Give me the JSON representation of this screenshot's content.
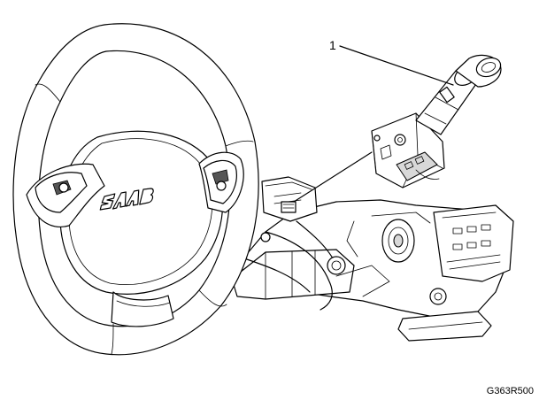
{
  "callout": {
    "number": "1"
  },
  "figure_code": "G363R500",
  "logo_text": "SAAB",
  "icons": [
    "steering-wheel",
    "airbag-logo",
    "steering-wheel-control-pads",
    "turn-signal-switch",
    "steering-column"
  ]
}
